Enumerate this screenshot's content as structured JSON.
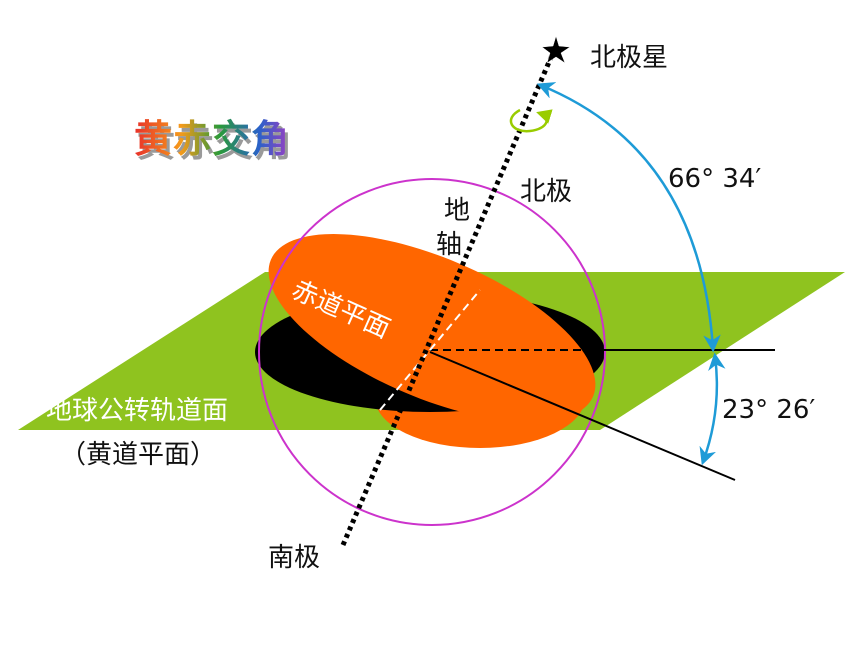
{
  "title": "黄赤交角",
  "labels": {
    "polaris": "北极星",
    "north_pole": "北极",
    "axis_char1": "地",
    "axis_char2": "轴",
    "equator_plane": "赤道平面",
    "orbit_plane": "地球公转轨道面",
    "ecliptic_plane": "（黄道平面）",
    "south_pole": "南极",
    "angle_upper": "66° 34′",
    "angle_lower": "23° 26′"
  },
  "colors": {
    "orbit_plane": "#8fc31f",
    "equator_plane": "#ff6600",
    "sphere_outline": "#cc33cc",
    "angle_arrows": "#1e9bd7",
    "rotation_arrow": "#99cc00",
    "axis": "#000000",
    "title_gradient": [
      "#e8302a",
      "#f59a1b",
      "#2a9a3a",
      "#2a62c9",
      "#9b3fc2"
    ]
  },
  "icons": {
    "star": "star-icon",
    "rotation": "rotation-arrow-icon"
  }
}
